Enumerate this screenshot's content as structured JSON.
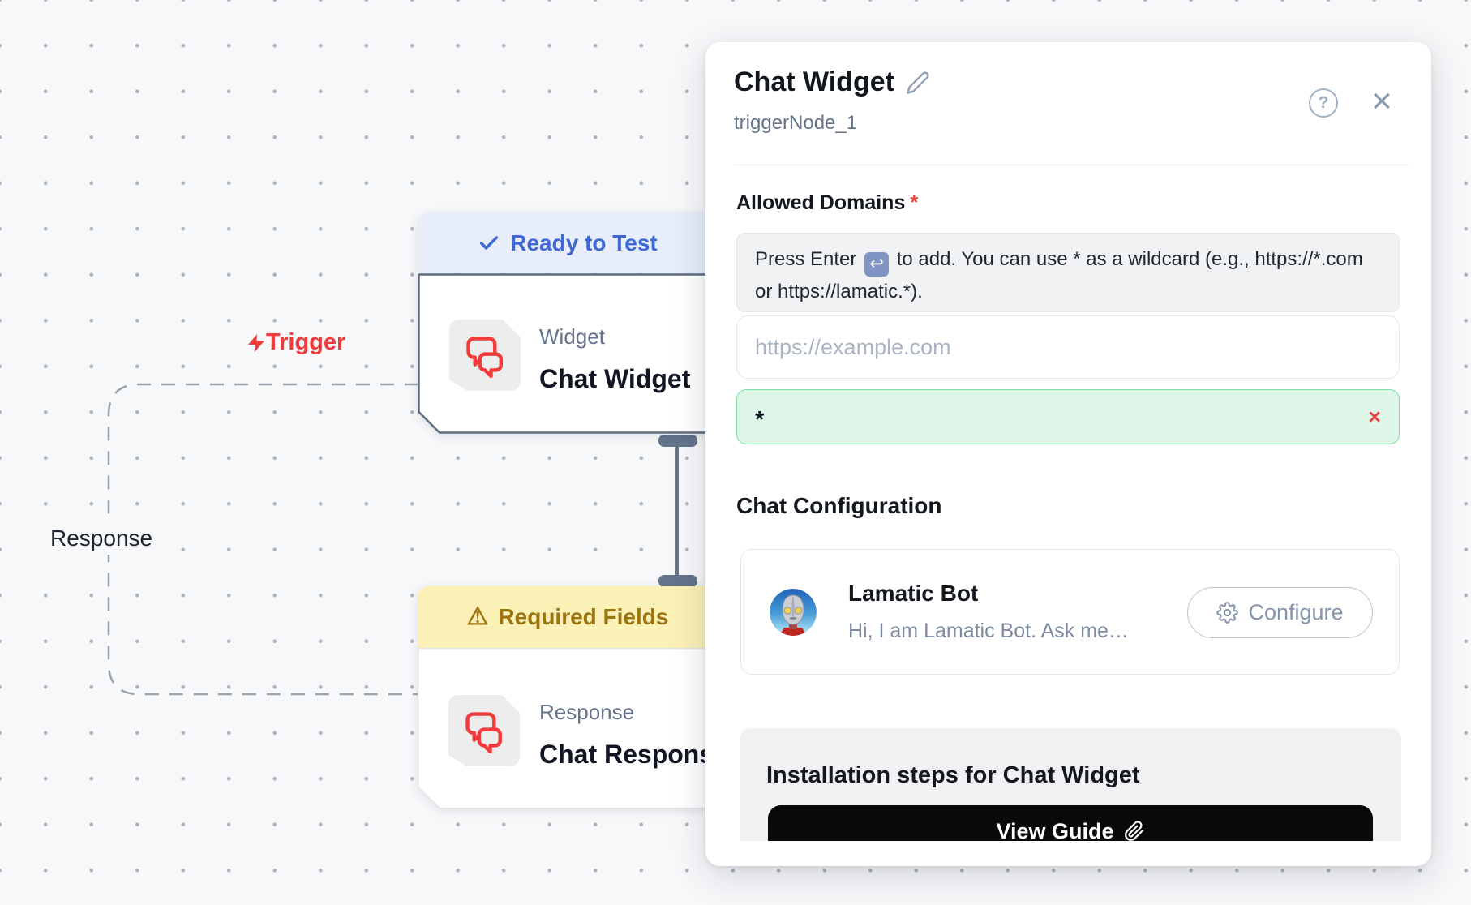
{
  "canvas": {
    "trigger_label": "Trigger",
    "loop_label": "Response",
    "nodes": [
      {
        "status": "Ready to Test",
        "category": "Widget",
        "title": "Chat Widget"
      },
      {
        "status": "Required Fields",
        "category": "Response",
        "title": "Chat Response",
        "warn_glyph": "⚠"
      }
    ]
  },
  "panel": {
    "title": "Chat Widget",
    "node_id": "triggerNode_1",
    "help_label": "?",
    "close_label": "×",
    "allowed_domains": {
      "label": "Allowed Domains",
      "required_marker": "*",
      "help_prefix": "Press Enter",
      "enter_glyph": "↩",
      "help_suffix": "to add. You can use * as a wildcard (e.g., https://*.com or https://lamatic.*).",
      "input_placeholder": "https://example.com",
      "tag_value": "*",
      "tag_remove_label": "×"
    },
    "chat_configuration": {
      "heading": "Chat Configuration",
      "bot_name": "Lamatic Bot",
      "bot_description": "Hi, I am Lamatic Bot. Ask me…",
      "configure_label": "Configure"
    },
    "installation": {
      "heading": "Installation steps for Chat Widget",
      "view_guide_label": "View Guide"
    }
  },
  "colors": {
    "accent_blue": "#3f68d3",
    "badge_blue_bg": "#e8edfa",
    "warn_bg": "#fbf0b6",
    "warn_text": "#9c7412",
    "brand_red": "#f23b3b",
    "tag_green_bg": "#def6e7",
    "tag_green_border": "#7ee0a7",
    "slate": "#64748b",
    "canvas_bg": "#f7f8fa"
  }
}
